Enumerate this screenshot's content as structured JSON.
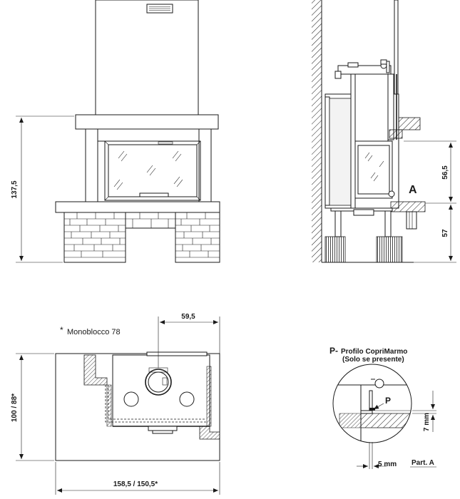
{
  "front_view": {
    "dim_height": "137,5"
  },
  "side_view": {
    "dim_upper": "56,5",
    "dim_lower": "57",
    "detail_marker": "A"
  },
  "plan_view": {
    "note_star": "*",
    "note_text": "Monoblocco 78",
    "dim_top": "59,5",
    "dim_side": "100 / 88*",
    "dim_bottom": "158,5 / 150,5*"
  },
  "detail": {
    "title_letter": "P-",
    "title": "Profilo CopriMarmo",
    "subtitle": "(Solo se presente)",
    "label_p": "P",
    "dim_7": "7 mm",
    "dim_5": "5 mm",
    "part_label": "Part. A"
  }
}
